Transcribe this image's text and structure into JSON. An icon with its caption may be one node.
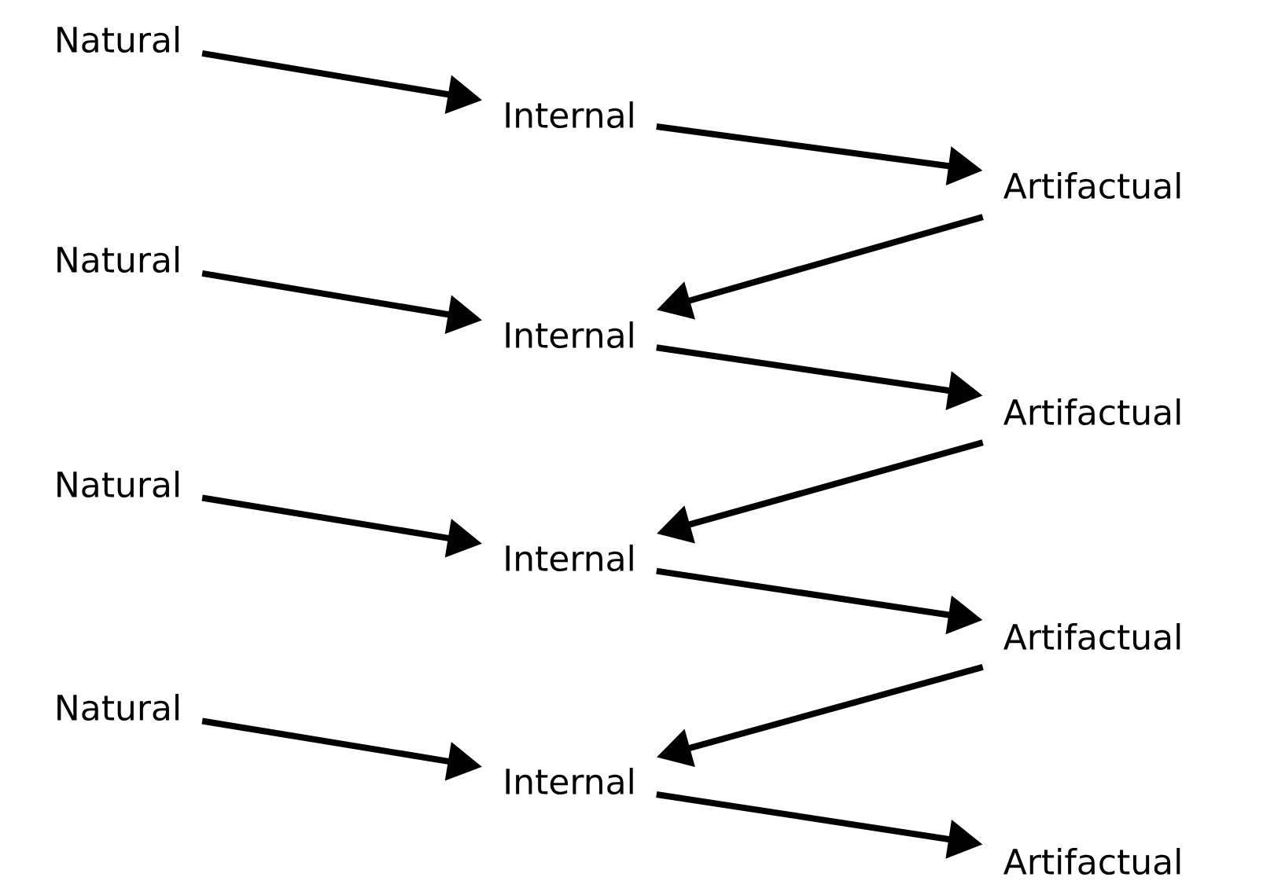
{
  "diagram": {
    "nodes": [
      {
        "text": [
          "Natural"
        ]
      },
      {
        "text": [
          "Internal"
        ]
      },
      {
        "text": [
          "Artifactual"
        ]
      },
      {
        "text": [
          "Natural"
        ]
      },
      {
        "text": [
          "Internal"
        ]
      },
      {
        "text": [
          "Artifactual"
        ]
      },
      {
        "text": [
          "Natural"
        ]
      },
      {
        "text": [
          "Internal"
        ]
      },
      {
        "text": [
          "Artifactual"
        ]
      },
      {
        "text": [
          "Natural"
        ]
      },
      {
        "text": [
          "Internal"
        ]
      },
      {
        "text": [
          "Artifactual"
        ]
      }
    ],
    "edges": [
      {
        "from": 0,
        "to": 1,
        "arrow": "to"
      },
      {
        "from": 1,
        "to": 2,
        "arrow": "to"
      },
      {
        "from": 2,
        "to": 4,
        "arrow": "to"
      },
      {
        "from": 3,
        "to": 4,
        "arrow": "to"
      },
      {
        "from": 4,
        "to": 5,
        "arrow": "to"
      },
      {
        "from": 5,
        "to": 7,
        "arrow": "to"
      },
      {
        "from": 6,
        "to": 7,
        "arrow": "to"
      },
      {
        "from": 7,
        "to": 8,
        "arrow": "to"
      },
      {
        "from": 8,
        "to": 10,
        "arrow": "to"
      },
      {
        "from": 9,
        "to": 10,
        "arrow": "to"
      },
      {
        "from": 10,
        "to": 11,
        "arrow": "to"
      }
    ]
  }
}
